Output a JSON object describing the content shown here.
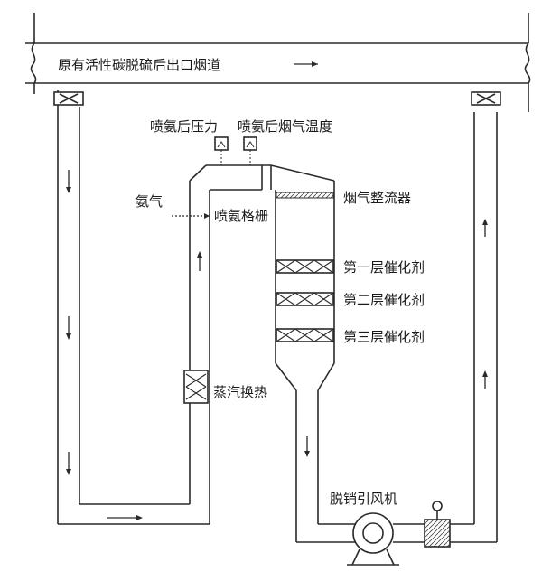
{
  "duct_title": "原有活性碳脱硫后出口烟道",
  "labels": {
    "pressure": "喷氨后压力",
    "temperature": "喷氨后烟气温度",
    "ammonia": "氨气",
    "grid": "喷氨格栅",
    "rectifier": "烟气整流器",
    "layer1": "第一层催化剂",
    "layer2": "第二层催化剂",
    "layer3": "第三层催化剂",
    "steam": "蒸汽换热",
    "fan": "脱销引风机"
  },
  "colors": {
    "line": "#2a2a2a",
    "background": "#ffffff"
  }
}
